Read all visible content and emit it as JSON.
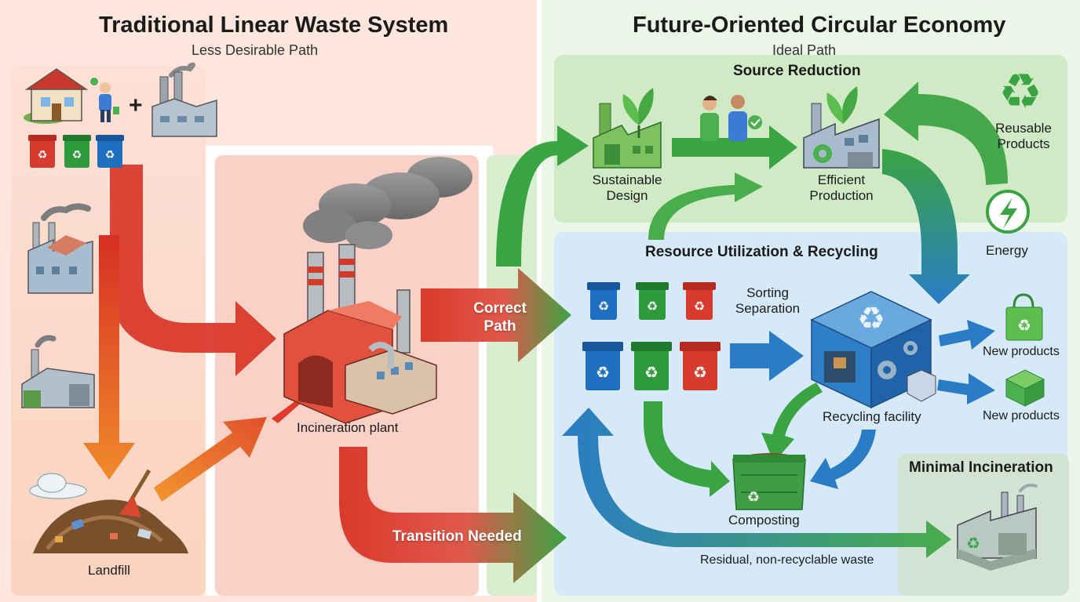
{
  "left": {
    "title": "Traditional Linear Waste System",
    "subtitle": "Less Desirable Path",
    "landfill_label": "Landfill",
    "incineration_label": "Incineration plant",
    "correct_path_label": "Correct\nPath",
    "transition_label": "Transition Needed"
  },
  "right": {
    "title": "Future-Oriented Circular Economy",
    "subtitle": "Ideal Path",
    "source_reduction": {
      "heading": "Source Reduction",
      "sustainable_design": "Sustainable\nDesign",
      "efficient_production": "Efficient\nProduction",
      "reusable_products": "Reusable\nProducts",
      "energy": "Energy"
    },
    "recycling": {
      "heading": "Resource Utilization & Recycling",
      "sorting": "Sorting\nSeparation",
      "facility": "Recycling facility",
      "new_products_1": "New products",
      "new_products_2": "New products",
      "composting": "Composting",
      "residual": "Residual, non-recyclable waste"
    },
    "minimal_incineration": {
      "heading": "Minimal Incineration"
    }
  },
  "colors": {
    "linear_bg": "#fbd7cc",
    "circular_green_bg": "#d7efcf",
    "circular_blue_bg": "#d9ebf8",
    "red_arrow": "#d93a2b",
    "orange_arrow": "#ef8a2a",
    "green_arrow": "#3aa443",
    "blue_arrow": "#2a7cc6",
    "bin_blue": "#1f6fc1",
    "bin_green": "#2e9a3c",
    "bin_red": "#d63b2e"
  },
  "icons": [
    "house-icon",
    "person-icon",
    "factory-icon",
    "recycling-bin-icon",
    "landfill-icon",
    "incineration-plant-icon",
    "sustainable-factory-icon",
    "people-icon",
    "efficient-factory-icon",
    "recycle-symbol-icon",
    "energy-icon",
    "recycling-facility-icon",
    "shopping-bag-icon",
    "box-icon",
    "compost-bin-icon",
    "cloud-icon",
    "small-incinerator-icon"
  ]
}
